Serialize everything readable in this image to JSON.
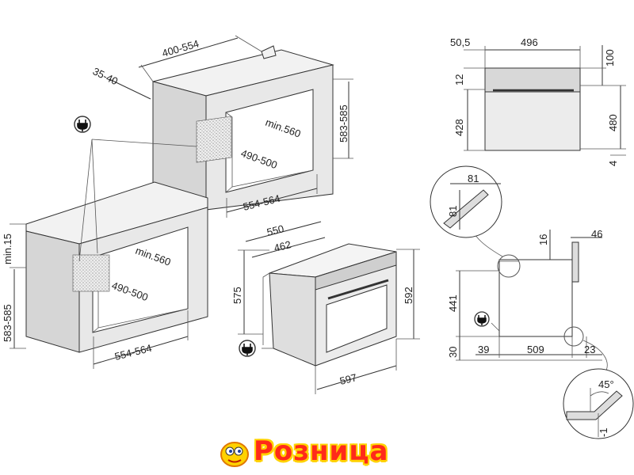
{
  "labels": {
    "niche_top_depth": "400-554",
    "niche_side_gap": "35-40",
    "niche_height_top": "583-585",
    "niche_min_depth_top": "min.560",
    "niche_width_range_top": "490-500",
    "niche_width_bottom_top": "554-564",
    "counter_gap": "min.15",
    "niche_height_bottom": "583-585",
    "niche_min_depth_bottom": "min.560",
    "niche_width_range_bottom": "490-500",
    "niche_width_bottom_bottom": "554-564",
    "oven_depth": "550",
    "oven_inner_depth": "462",
    "oven_side_height": "575",
    "oven_front_height": "592",
    "oven_width": "597",
    "front_left_offset": "50,5",
    "front_width": "496",
    "front_top_h": "100",
    "front_panel_h": "12",
    "front_body_h": "428",
    "front_total_h": "480",
    "front_bottom_gap": "4",
    "detail_w": "81",
    "detail_h": "81",
    "side_top_16": "16",
    "side_door_46": "46",
    "side_height_441": "441",
    "side_base_30": "30",
    "side_39": "39",
    "side_509": "509",
    "side_23": "23",
    "detail_angle": "45°",
    "detail_minus1": "-1",
    "logo_text": "Розница"
  },
  "colors": {
    "logo_red": "#ff2a1a",
    "logo_yellow": "#ffd200"
  },
  "icons": [
    "power-plug-icon",
    "logo-mascot-icon"
  ]
}
